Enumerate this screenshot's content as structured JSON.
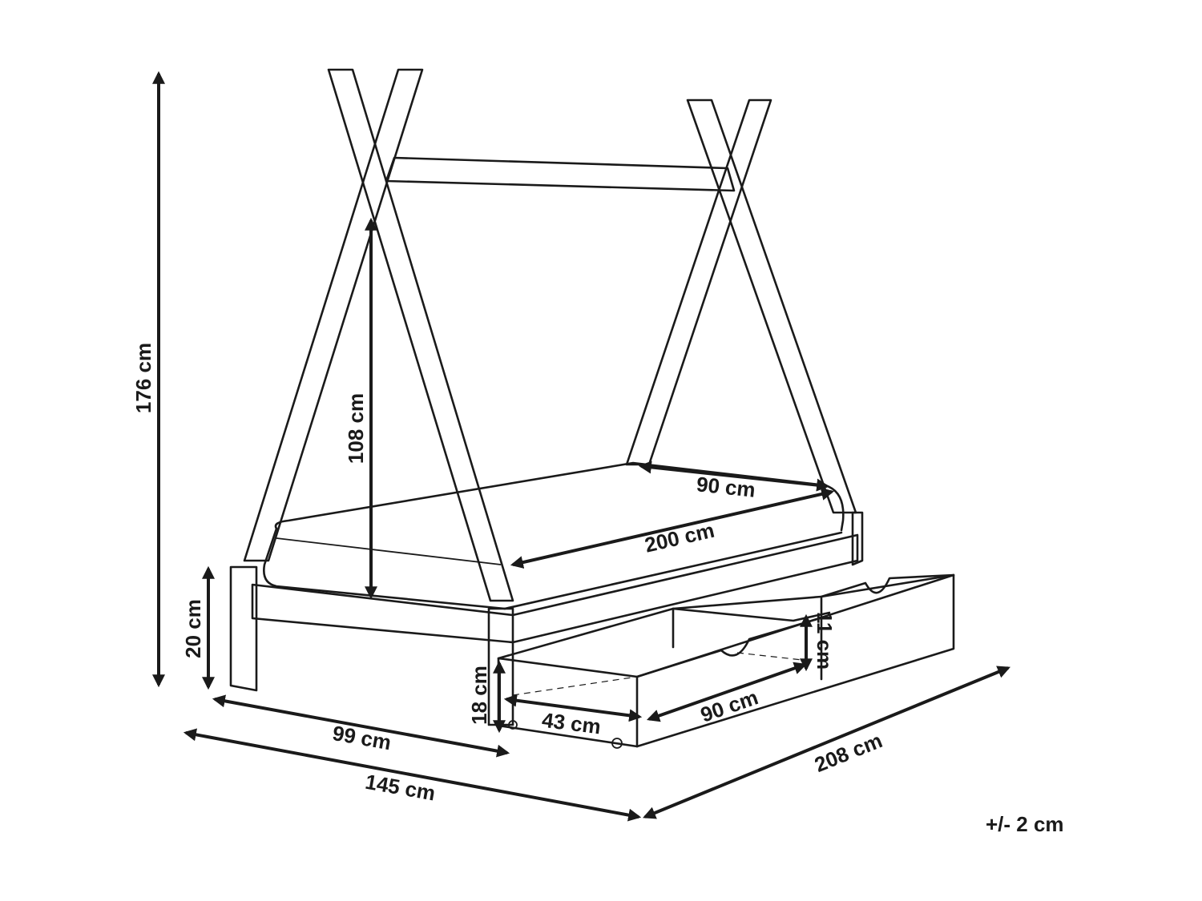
{
  "dimensions": {
    "total_height": "176 cm",
    "canopy_height": "108 cm",
    "frame_height": "20 cm",
    "mattress_width": "90 cm",
    "mattress_length": "200 cm",
    "drawer_height": "18 cm",
    "drawer_inner_height": "11 cm",
    "drawer_depth": "43 cm",
    "drawer_width": "90 cm",
    "bed_width": "99 cm",
    "footprint_width": "145 cm",
    "total_length": "208 cm"
  },
  "tolerance": "+/- 2 cm",
  "colors": {
    "line": "#1a1a1a",
    "background": "#ffffff"
  }
}
